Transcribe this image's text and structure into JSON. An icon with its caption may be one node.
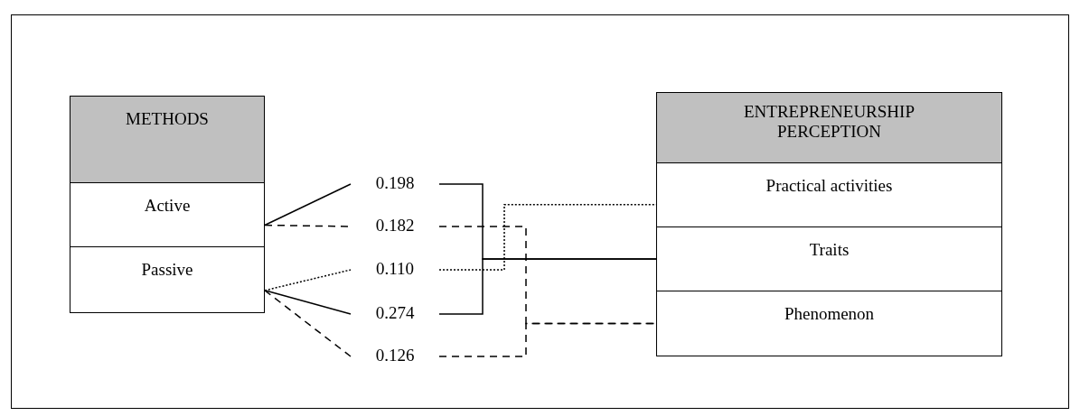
{
  "diagram": {
    "nodes": [
      {
        "text": [
          "METHODS"
        ]
      },
      {
        "text": [
          "Active"
        ]
      },
      {
        "text": [
          "Passive"
        ]
      },
      {
        "text": [
          "ENTREPRENEURSHIP PERCEPTION"
        ]
      },
      {
        "text": [
          "Practical activities"
        ]
      },
      {
        "text": [
          "Traits"
        ]
      },
      {
        "text": [
          "Phenomenon"
        ]
      },
      {
        "text": [
          "0.198"
        ]
      },
      {
        "text": [
          "0.182"
        ]
      },
      {
        "text": [
          "0.110"
        ]
      },
      {
        "text": [
          "0.274"
        ]
      },
      {
        "text": [
          "0.126"
        ]
      }
    ],
    "edges": [
      {
        "from": 1,
        "to": 7,
        "arrow": "none"
      },
      {
        "from": 1,
        "to": 8,
        "arrow": "none",
        "style": "dashed"
      },
      {
        "from": 2,
        "to": 9,
        "arrow": "none",
        "style": "dashed"
      },
      {
        "from": 2,
        "to": 10,
        "arrow": "none"
      },
      {
        "from": 2,
        "to": 11,
        "arrow": "none",
        "style": "dashed"
      },
      {
        "from": 7,
        "to": 5,
        "arrow": "none"
      },
      {
        "from": 10,
        "to": 5,
        "arrow": "none"
      },
      {
        "from": 8,
        "to": 6,
        "arrow": "none",
        "style": "dashed"
      },
      {
        "from": 11,
        "to": 6,
        "arrow": "none",
        "style": "dashed"
      },
      {
        "from": 9,
        "to": 4,
        "arrow": "none",
        "style": "dashed"
      }
    ]
  }
}
